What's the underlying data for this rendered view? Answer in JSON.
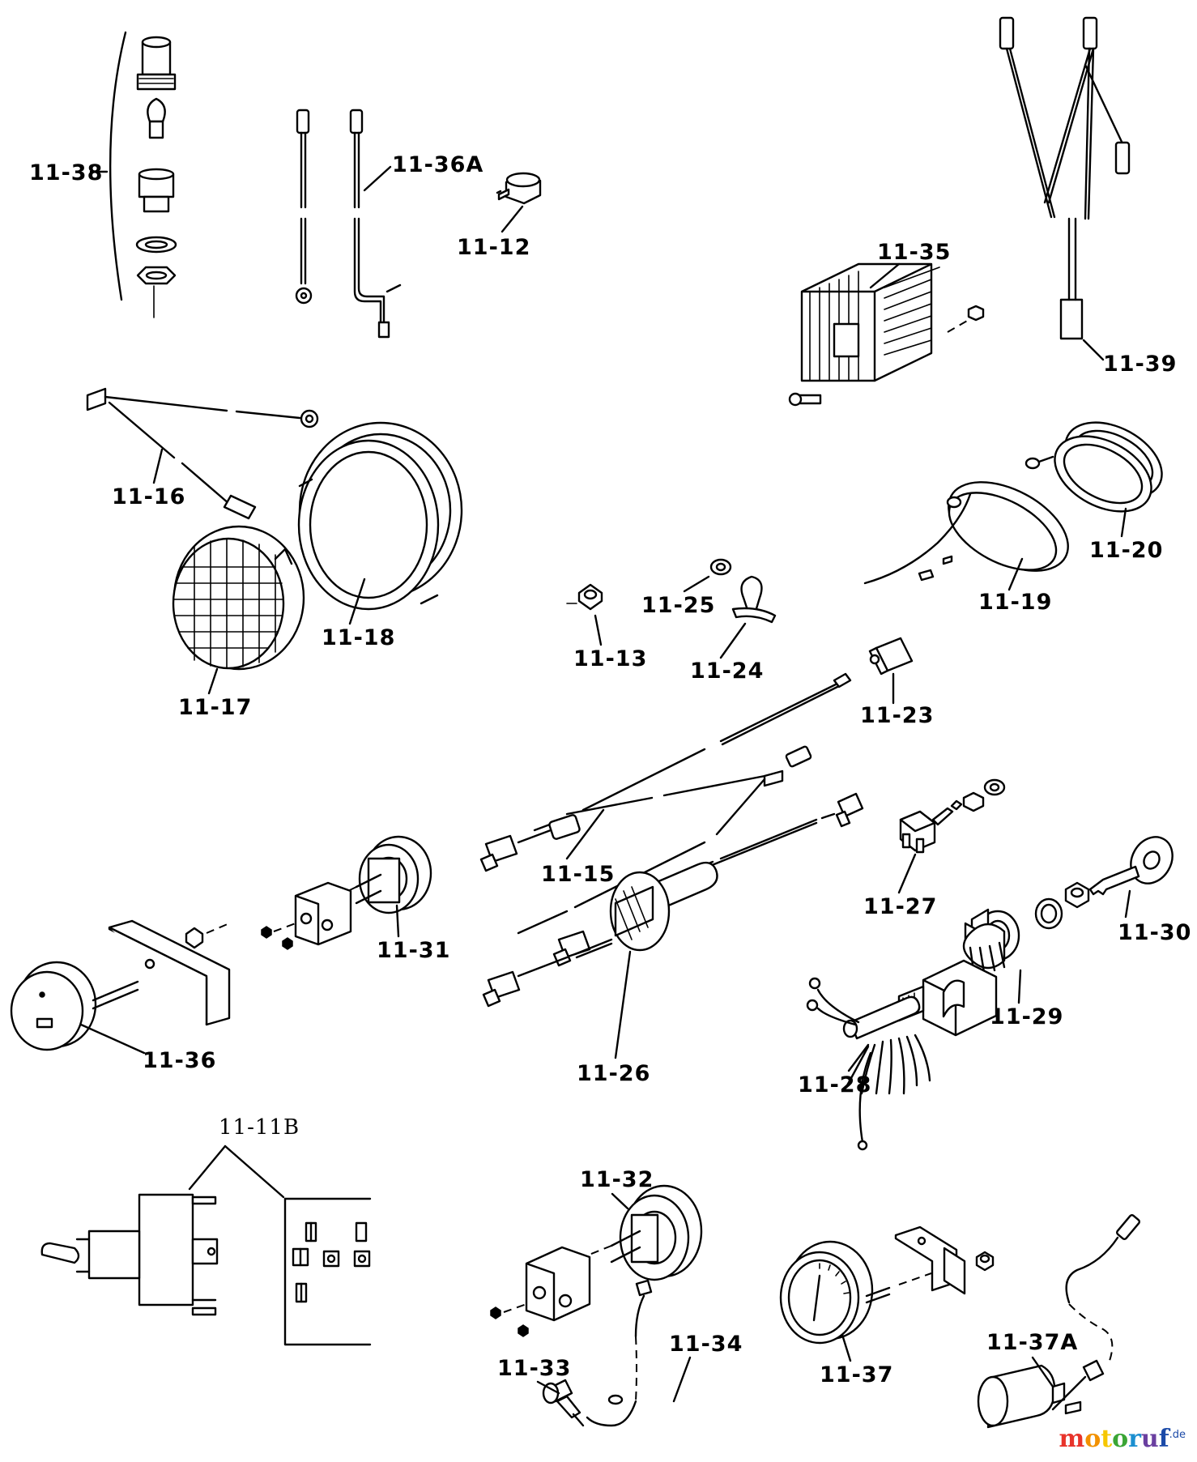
{
  "parts": {
    "p11_38": "11-38",
    "p11_36A": "11-36A",
    "p11_12": "11-12",
    "p11_35": "11-35",
    "p11_39": "11-39",
    "p11_16": "11-16",
    "p11_18": "11-18",
    "p11_17": "11-17",
    "p11_13": "11-13",
    "p11_25": "11-25",
    "p11_24": "11-24",
    "p11_19": "11-19",
    "p11_20": "11-20",
    "p11_23": "11-23",
    "p11_15": "11-15",
    "p11_27": "11-27",
    "p11_30": "11-30",
    "p11_31": "11-31",
    "p11_36": "11-36",
    "p11_29": "11-29",
    "p11_26": "11-26",
    "p11_28": "11-28",
    "p11_11B": "11-11B",
    "p11_32": "11-32",
    "p11_34": "11-34",
    "p11_33": "11-33",
    "p11_37": "11-37",
    "p11_37A": "11-37A"
  },
  "watermark": {
    "brand": "motoruf",
    "suffix": ".de",
    "colors": [
      "#e8342b",
      "#f29100",
      "#f6c700",
      "#3aa535",
      "#1b8fd0",
      "#6a3fa0",
      "#1b4aa8"
    ]
  }
}
